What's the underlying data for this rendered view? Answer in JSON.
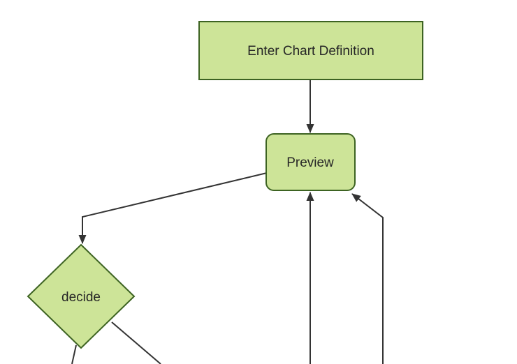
{
  "diagram": {
    "type": "flowchart",
    "direction": "top-down",
    "nodes": [
      {
        "id": "enter-chart-definition",
        "label": "Enter Chart Definition",
        "shape": "rectangle"
      },
      {
        "id": "preview",
        "label": "Preview",
        "shape": "rounded-rectangle"
      },
      {
        "id": "decide",
        "label": "decide",
        "shape": "diamond"
      }
    ],
    "edges": [
      {
        "from": "enter-chart-definition",
        "to": "preview",
        "arrow": true
      },
      {
        "from": "preview",
        "to": "decide",
        "arrow": true
      },
      {
        "from": "decide",
        "to": "offscreen-bottom-left",
        "arrow": false
      },
      {
        "from": "decide",
        "to": "offscreen-bottom-right",
        "arrow": false
      },
      {
        "from": "offscreen-bottom-center",
        "to": "preview",
        "arrow": true
      },
      {
        "from": "offscreen-bottom-right",
        "to": "preview",
        "arrow": true
      }
    ]
  },
  "theme": {
    "background": "#ffffff",
    "node_fill": "#cde498",
    "node_stroke": "#3d6322",
    "edge_color": "#333333",
    "text_color": "#262626"
  }
}
